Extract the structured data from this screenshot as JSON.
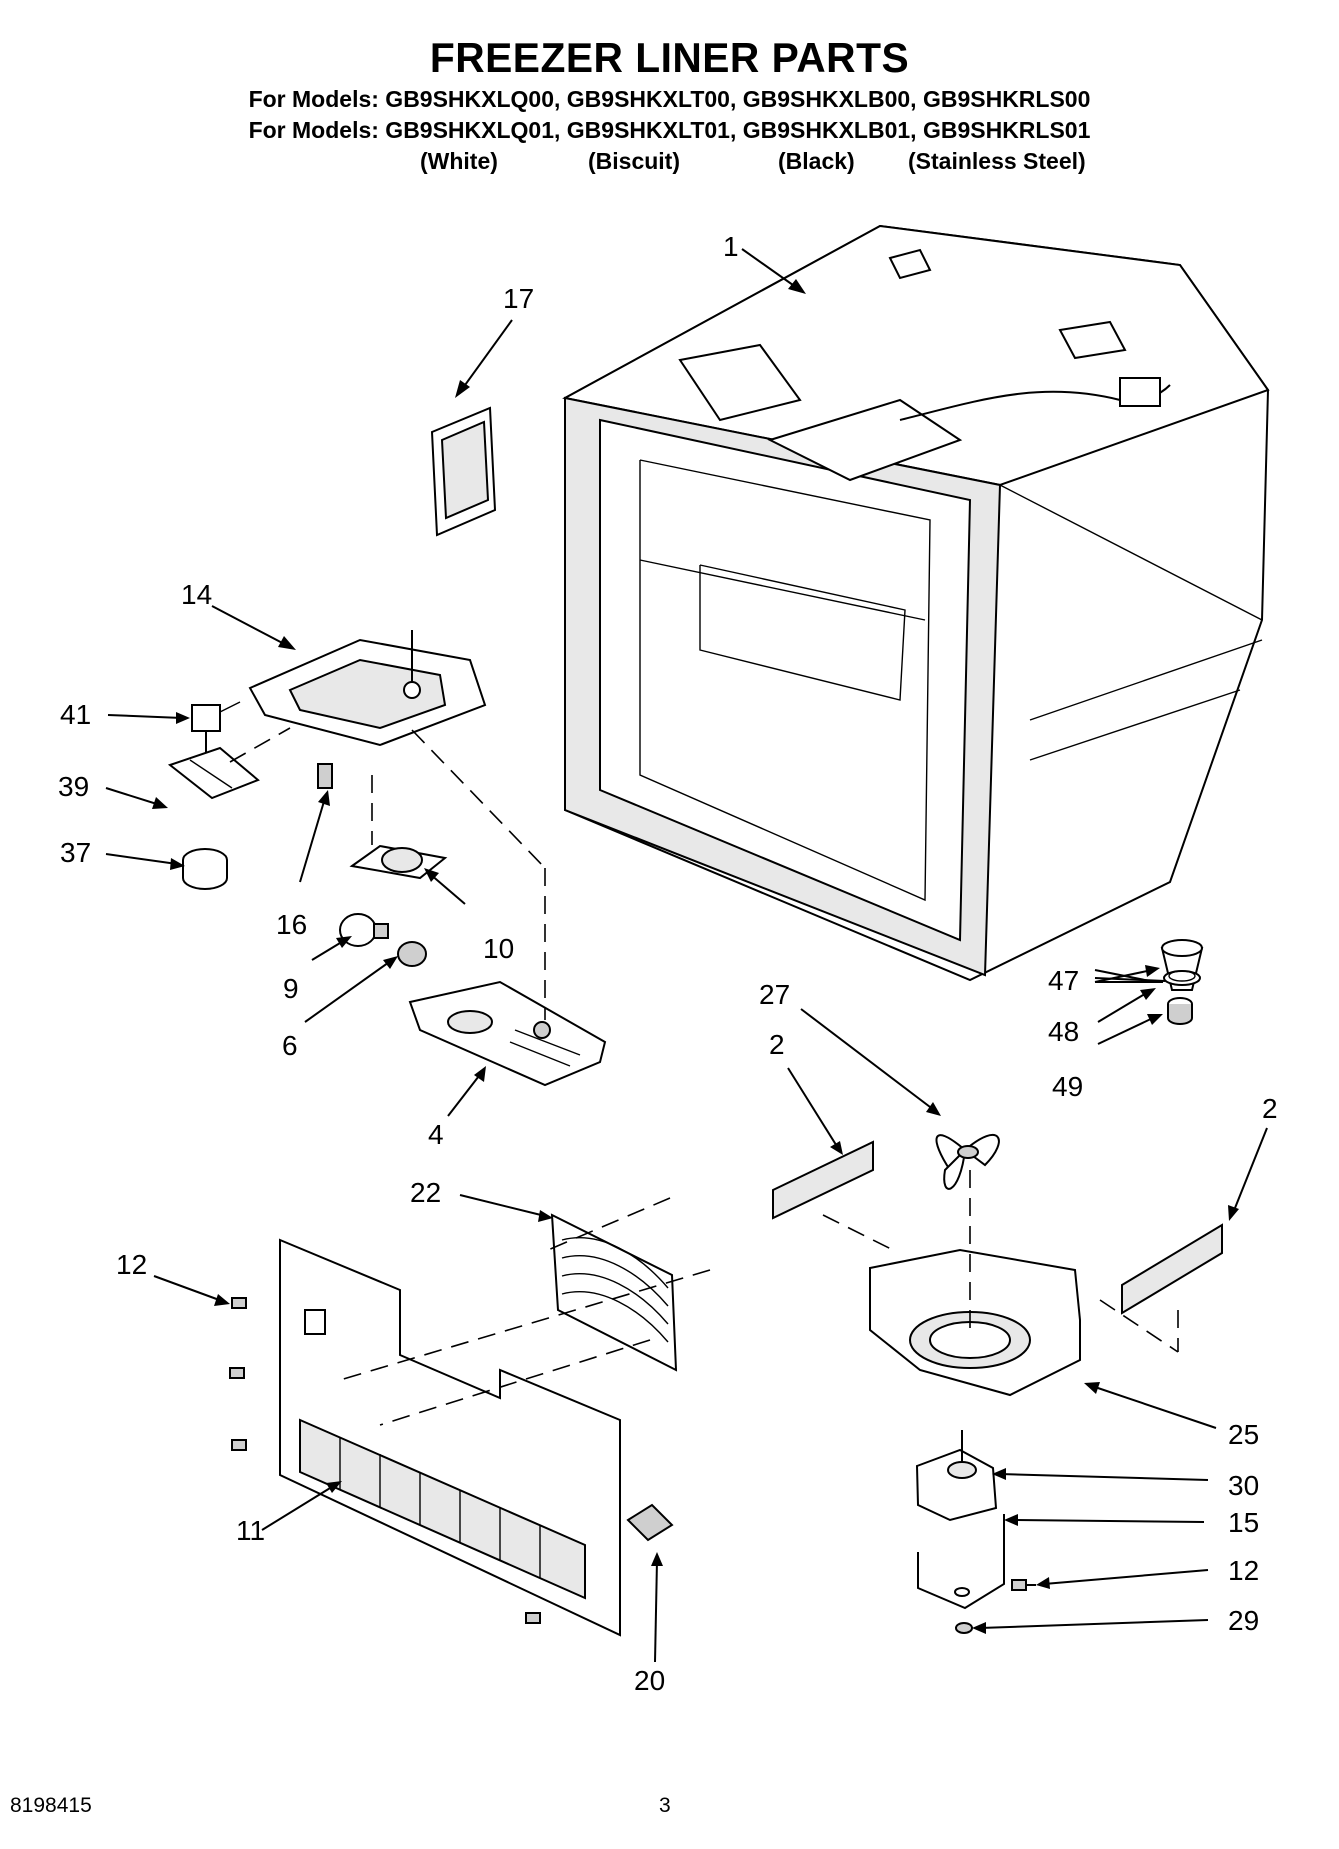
{
  "title": "FREEZER LINER PARTS",
  "models_line_1": "For Models: GB9SHKXLQ00, GB9SHKXLT00, GB9SHKXLB00, GB9SHKRLS00",
  "models_line_2": "For Models: GB9SHKXLQ01, GB9SHKXLT01, GB9SHKXLB01, GB9SHKRLS01",
  "colors": [
    "(White)",
    "(Biscuit)",
    "(Black)",
    "(Stainless Steel)"
  ],
  "callouts": [
    "1",
    "17",
    "14",
    "41",
    "39",
    "37",
    "16",
    "10",
    "9",
    "6",
    "4",
    "47",
    "48",
    "49",
    "27",
    "2",
    "2",
    "22",
    "12",
    "25",
    "30",
    "15",
    "12",
    "29",
    "11",
    "20"
  ],
  "footer": {
    "doc_number": "8198415",
    "page_number": "3"
  }
}
